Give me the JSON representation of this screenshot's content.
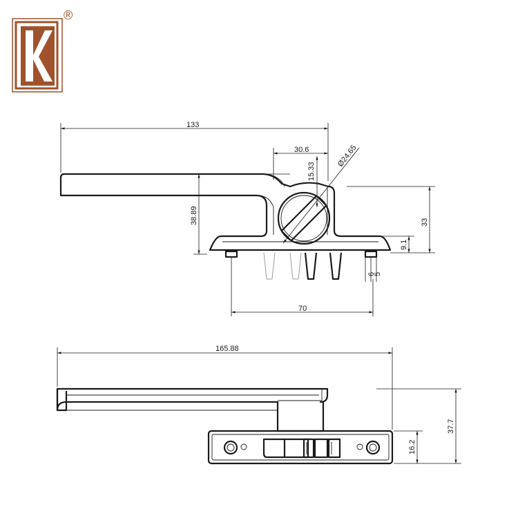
{
  "brand": {
    "logo_letter": "K",
    "registered_mark": "®",
    "color": "#a0522d"
  },
  "colors": {
    "line": "#1a1a1a",
    "background": "#ffffff"
  },
  "top_view": {
    "dimensions": {
      "overall_length": "133",
      "hub_offset": "30.6",
      "hub_diameter": "Ø24.65",
      "hub_vertical": "15.33",
      "lever_height": "38.89",
      "overall_height": "33",
      "base_thickness": "9.1",
      "pin_spacing": "70",
      "pin_width_a": "6",
      "pin_width_b": "5"
    }
  },
  "bottom_view": {
    "dimensions": {
      "overall_length": "165.88",
      "overall_height": "37.7",
      "base_height": "16.2"
    }
  }
}
